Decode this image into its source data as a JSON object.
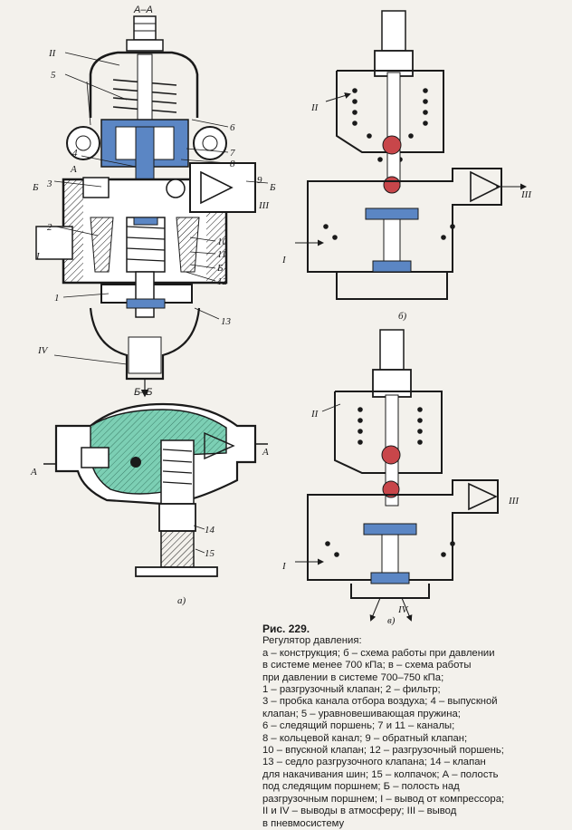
{
  "labels": {
    "section_aa": "А–А",
    "section_bb": "Б–Б",
    "cut_b": "Б",
    "cut_a": "А",
    "sub_a": "а)",
    "sub_b": "б)",
    "sub_v": "в)",
    "part_numbers": [
      "1",
      "2",
      "3",
      "4",
      "5",
      "6",
      "7",
      "8",
      "9",
      "10",
      "11",
      "12",
      "13",
      "14",
      "15"
    ],
    "cavity_a": "А",
    "cavity_b": "Б",
    "port_I": "I",
    "port_II": "II",
    "port_III": "III",
    "port_IV": "IV"
  },
  "caption": {
    "title": "Рис. 229.",
    "lines": [
      "Регулятор давления:",
      "а – конструкция; б – схема работы при давлении",
      "в системе менее 700 кПа; в – схема работы",
      "при давлении в системе 700–750 кПа;",
      "1 – разгрузочный клапан; 2 – фильтр;",
      "3 – пробка канала отбора воздуха; 4 – выпускной",
      "клапан; 5 – уравновешивающая пружина;",
      "6 – следящий поршень; 7 и 11 – каналы;",
      "8 – кольцевой канал; 9 – обратный клапан;",
      "10 – впускной клапан; 12 – разгрузочный поршень;",
      "13 – седло разгрузочного клапана; 14 – клапан",
      "для накачивания шин; 15 – колпачок; А – полость",
      "под следящим поршнем; Б – полость над",
      "разгрузочным поршнем; I – вывод от компрессора;",
      "II и IV – выводы в атмосферу; III – вывод",
      "в пневмосистему"
    ]
  },
  "colors": {
    "ink": "#1a1a1a",
    "paper": "#f3f1ec",
    "blue": "#5b86c4",
    "green": "#7ccfb4",
    "red": "#c8464a"
  }
}
